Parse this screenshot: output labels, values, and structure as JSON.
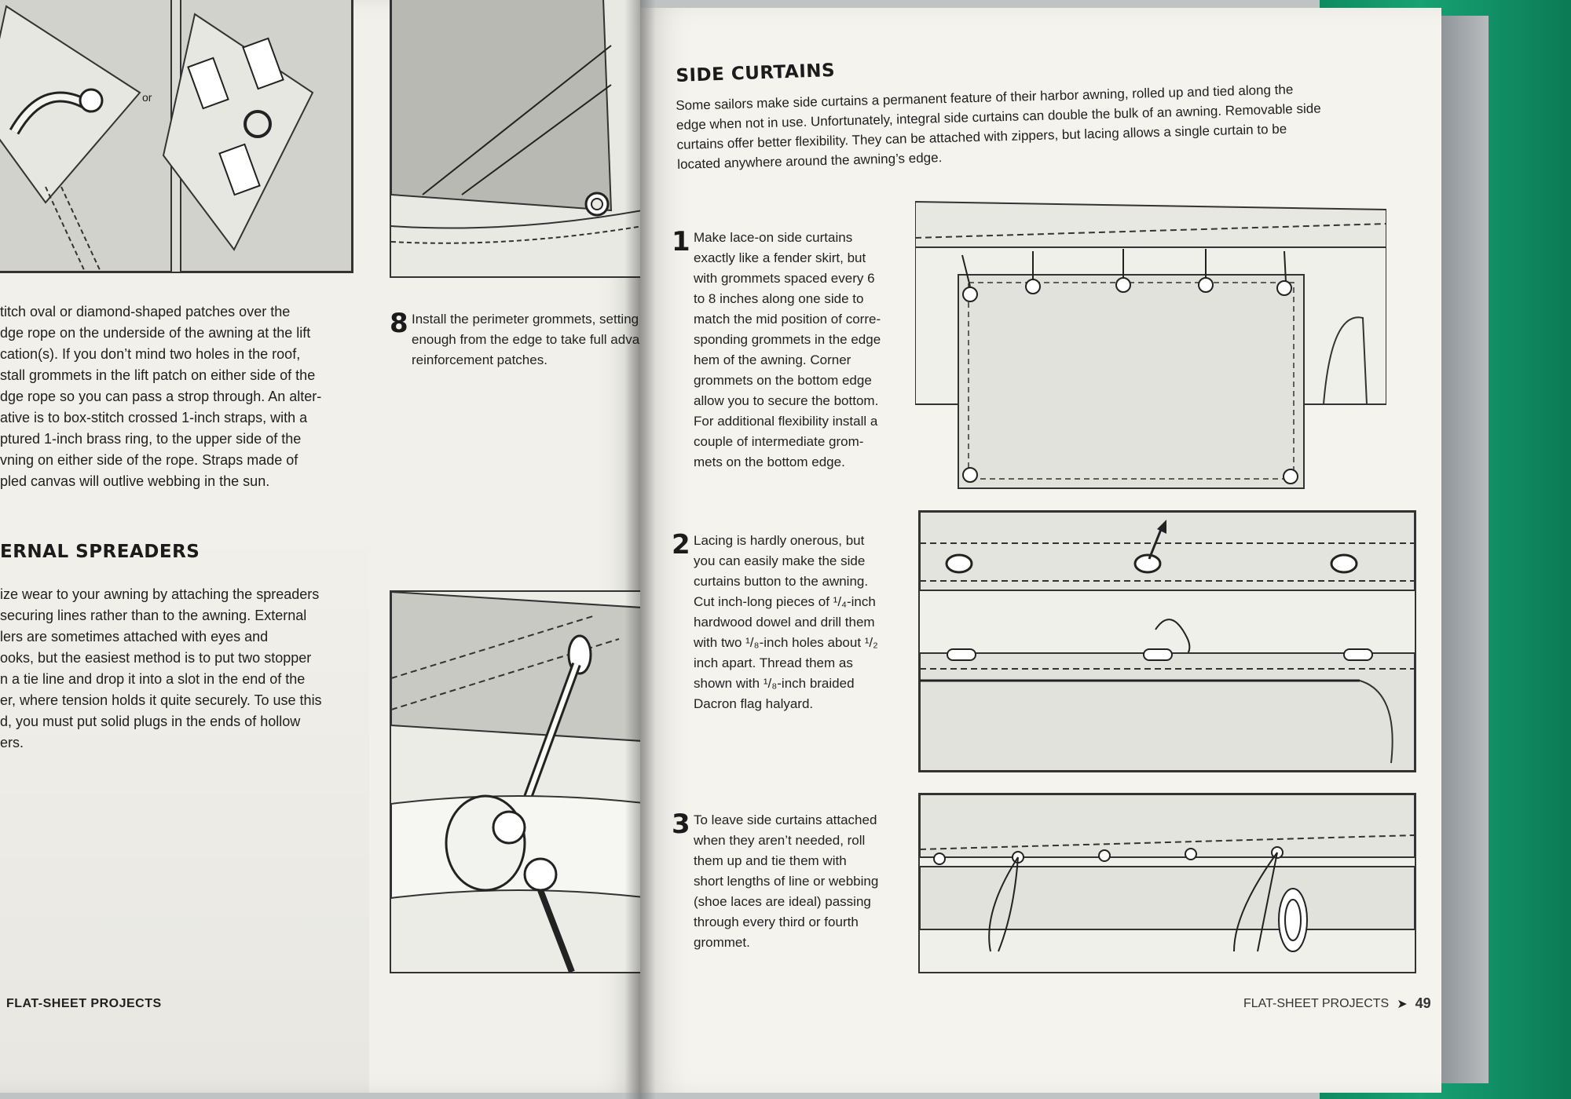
{
  "left_page": {
    "lift_paragraph": [
      "titch oval or diamond-shaped patches over the",
      "dge rope on the underside of the awning at the lift",
      "cation(s). If you don’t mind two holes in the roof,",
      "stall grommets in the lift patch on either side of the",
      "dge rope so you can pass a strop through. An alter-",
      "ative is to box-stitch crossed 1-inch straps, with a",
      "ptured 1-inch brass ring, to the upper side of the",
      "vning on either side of the rope. Straps made of",
      "pled canvas will outlive webbing in the sun."
    ],
    "spreaders_heading": "ERNAL SPREADERS",
    "spreaders_paragraph": [
      "ize wear to your awning by attaching the spreaders",
      "securing lines rather than to the awning. External",
      "lers are sometimes attached with eyes and",
      "ooks, but the easiest method is to put two stopper",
      "n a tie line and drop it into a slot in the end of the",
      "er, where tension holds it quite securely. To use this",
      "d, you must put solid plugs in the ends of hollow",
      "ers."
    ],
    "patch_label_or": "or",
    "step8": {
      "number": "8",
      "lines": [
        "Install the perimeter grommets, setting them",
        "enough from the edge to take full advantage",
        "reinforcement patches."
      ]
    },
    "footer": "FLAT-SHEET PROJECTS"
  },
  "right_page": {
    "heading": "SIDE CURTAINS",
    "intro": [
      "Some sailors make side curtains a permanent feature of their harbor awning, rolled up and tied along the",
      "edge when not in use. Unfortunately, integral side curtains can double the bulk of an awning. Removable side",
      "curtains offer better flexibility. They can be attached with zippers, but lacing allows a single curtain to be",
      "located anywhere around the awning’s edge."
    ],
    "steps": [
      {
        "number": "1",
        "lines": [
          "Make lace-on side curtains",
          "exactly like a fender skirt, but",
          "with grommets spaced every 6",
          "to 8 inches along one side to",
          "match the mid position of corre-",
          "sponding grommets in the edge",
          "hem of the awning. Corner",
          "grommets on the bottom edge",
          "allow you to secure the bottom.",
          "For additional flexibility install a",
          "couple of intermediate grom-",
          "mets on the bottom edge."
        ]
      },
      {
        "number": "2",
        "lines": [
          "Lacing is hardly onerous, but",
          "you can easily make the side",
          "curtains button to the awning.",
          "Cut inch-long pieces of ¹/₄-inch",
          "hardwood dowel and drill them",
          "with two ¹/₈-inch holes about ¹/₂",
          "inch apart. Thread them as",
          "shown with ¹/₈-inch braided",
          "Dacron flag halyard."
        ]
      },
      {
        "number": "3",
        "lines": [
          "To leave side curtains attached",
          "when they aren’t needed, roll",
          "them up and tie them with",
          "short lengths of line or webbing",
          "(shoe laces are ideal) passing",
          "through every third or fourth",
          "grommet."
        ]
      }
    ],
    "footer_section": "FLAT-SHEET PROJECTS",
    "page_number": "49"
  }
}
